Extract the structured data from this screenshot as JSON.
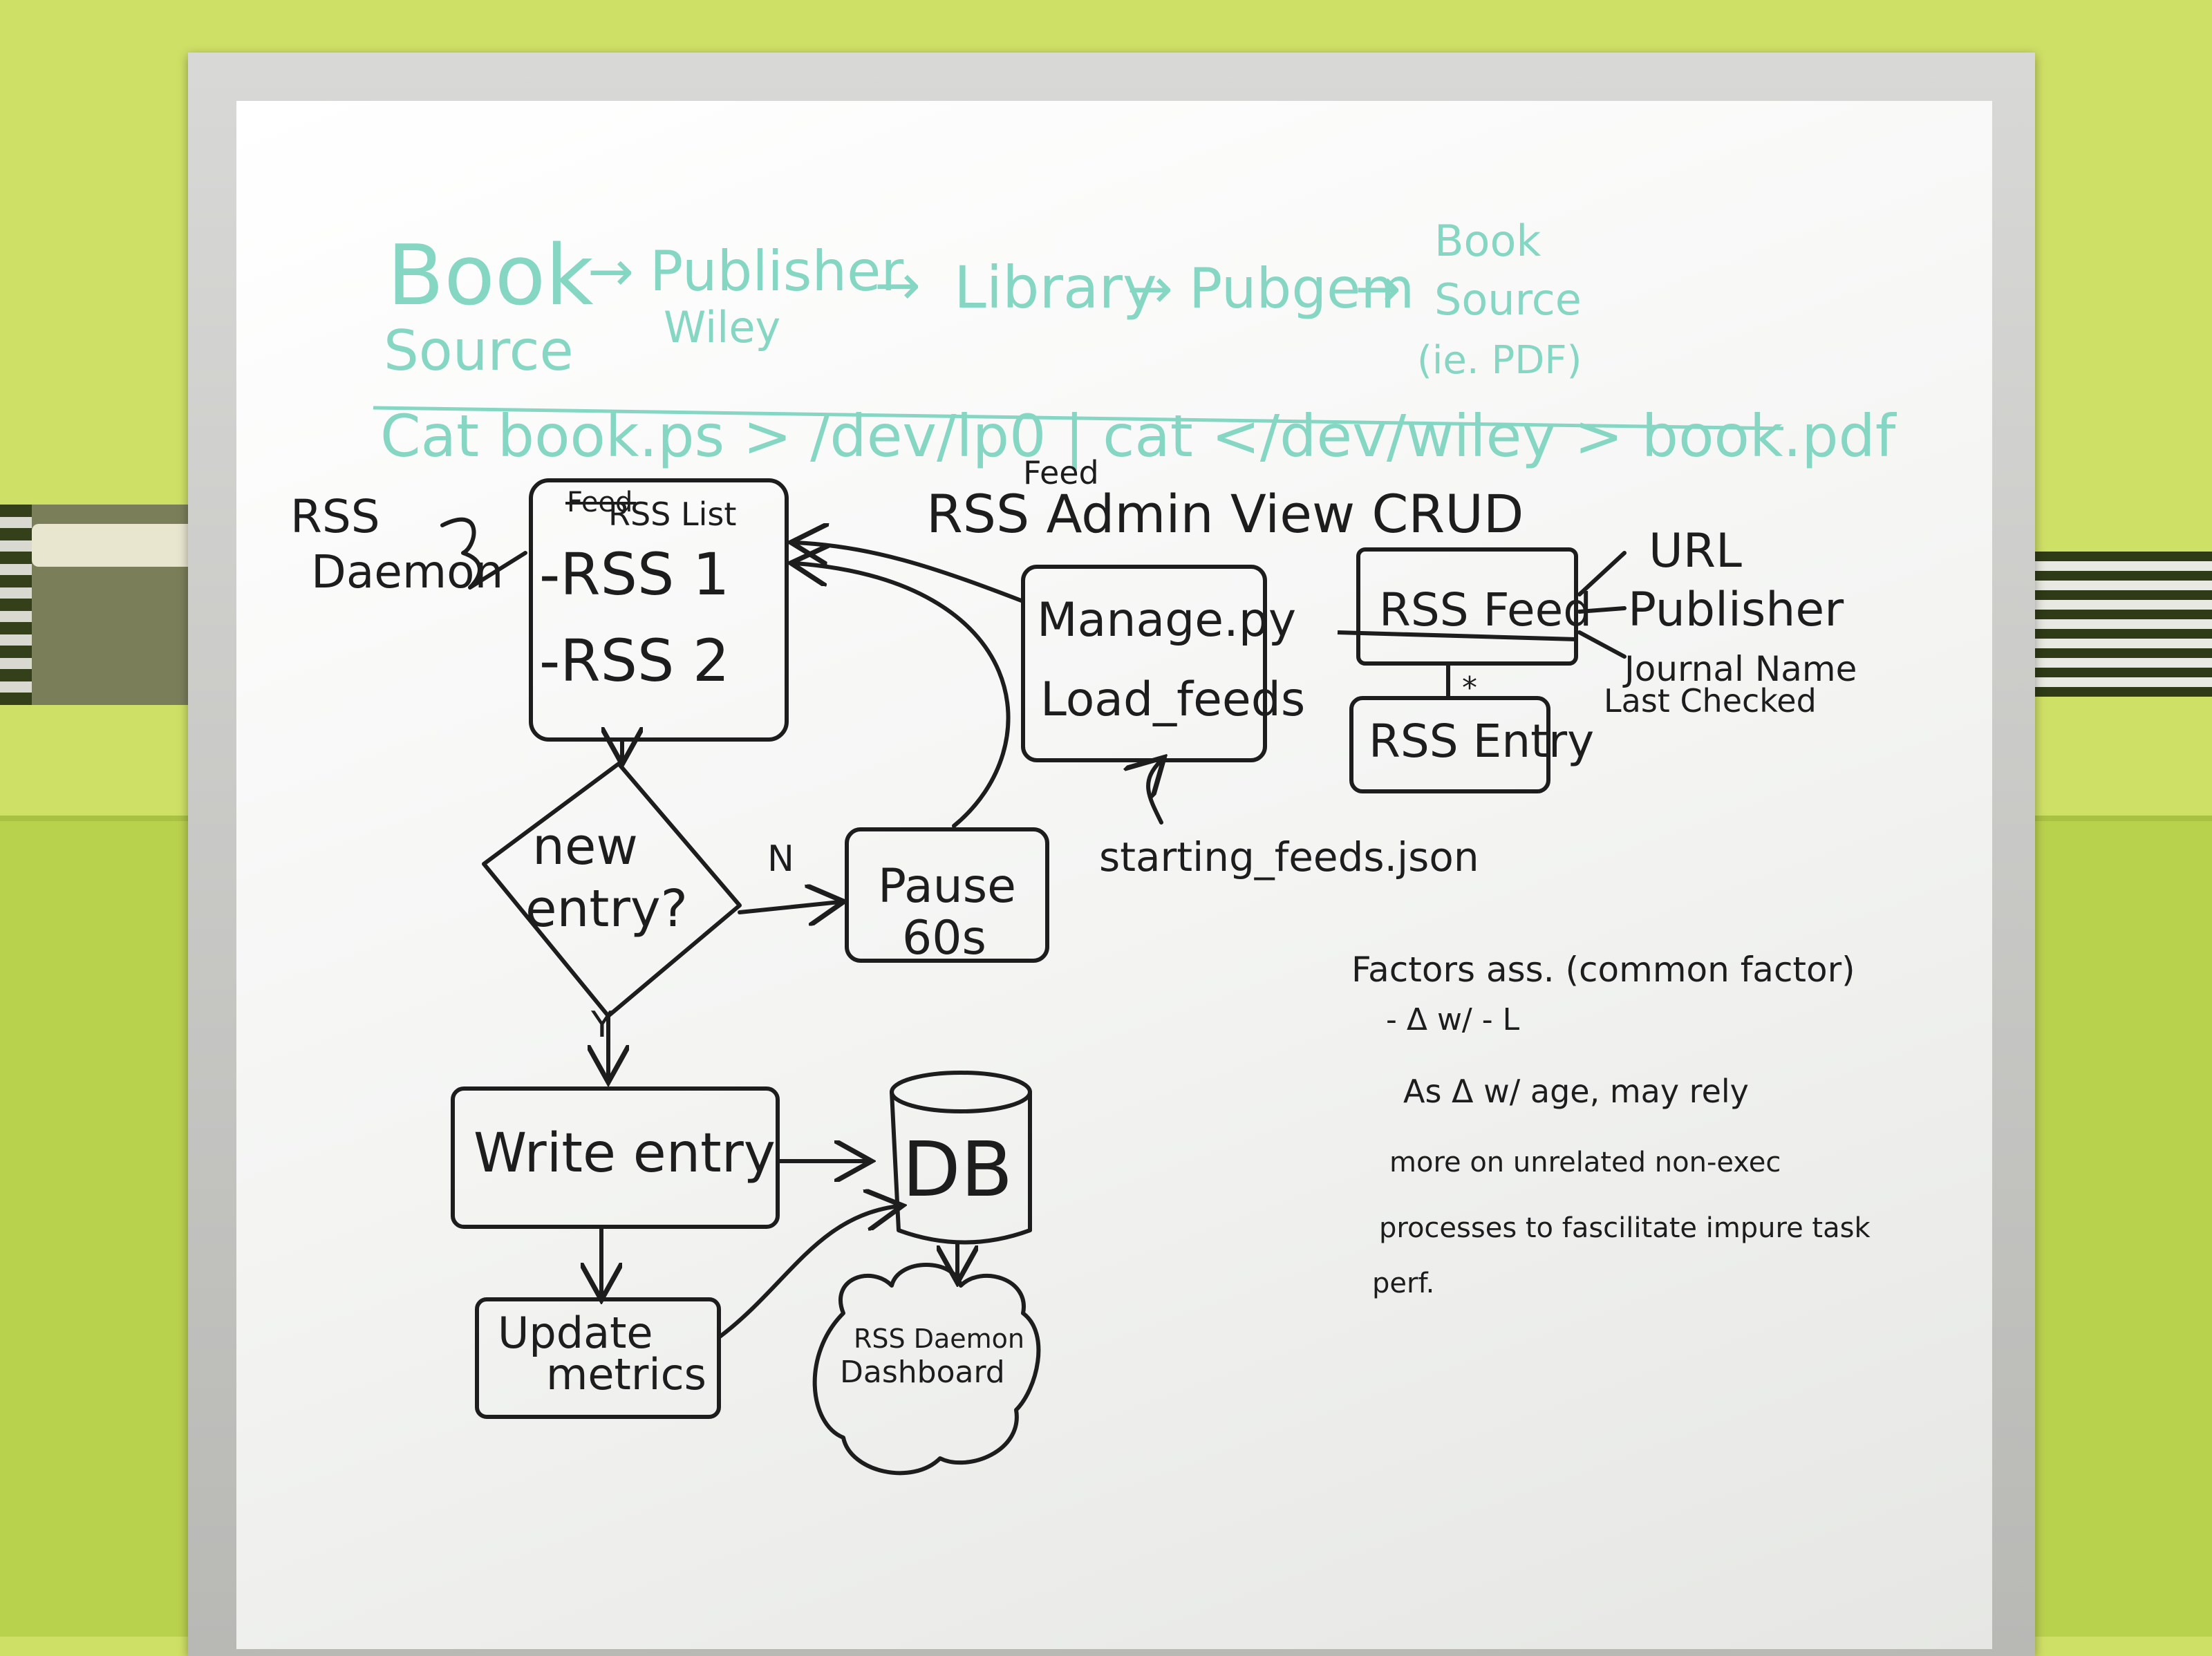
{
  "top_chain": {
    "book_source_1": "Book",
    "book_source_2": "Source",
    "publisher": "Publisher",
    "publisher_sub": "Wiley",
    "library": "Library",
    "pubgem": "Pubgem",
    "out_1": "Book",
    "out_2": "Source",
    "out_3": "(ie. PDF)",
    "arrow": "→",
    "command": "Cat book.ps > /dev/lp0 | cat </dev/wiley > book.pdf"
  },
  "rss_daemon": {
    "line1": "RSS",
    "line2": "Daemon"
  },
  "feed_list": {
    "header_crossed": "Feed",
    "header": "RSS List",
    "item1": "-RSS 1",
    "item2": "-RSS 2"
  },
  "admin": {
    "superscript": "Feed",
    "title": "RSS Admin View CRUD"
  },
  "manage": {
    "line1": "Manage.py",
    "line2": "Load_feeds"
  },
  "starting_feeds": "starting_feeds.json",
  "decision": {
    "line1": "new",
    "line2": "entry?",
    "no_label": "N",
    "yes_label": "Y"
  },
  "pause": {
    "line1": "Pause",
    "line2": "60s"
  },
  "write_entry": "Write entry",
  "db": "DB",
  "update_metrics": {
    "line1": "Update",
    "line2": "metrics"
  },
  "dashboard": {
    "line1": "RSS Daemon",
    "line2": "Dashboard"
  },
  "model": {
    "feed": "RSS Feed",
    "entry": "RSS Entry",
    "multiplicity": "*",
    "fields": [
      "URL",
      "Publisher",
      "Journal Name",
      "Last Checked"
    ]
  },
  "notes": {
    "line1": "Factors ass. (common factor)",
    "line2": "- Δ w/ - L",
    "line3": "As Δ w/ age, may rely",
    "line4": "more on unrelated non-exec",
    "line5": "processes to fascilitate impure task",
    "line6": "perf."
  },
  "colors": {
    "teal_marker": "#86d6c4",
    "black_marker": "#1d1d1d",
    "wall": "#cfe066"
  }
}
